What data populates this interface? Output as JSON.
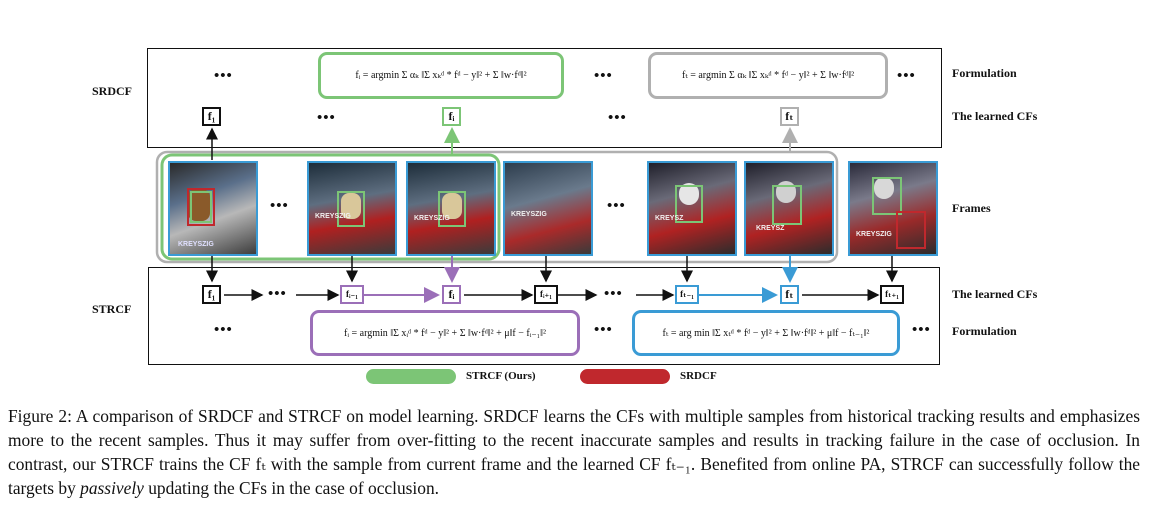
{
  "srdcf_label": "SRDCF",
  "strcf_label": "STRCF",
  "row_labels": {
    "formulation": "Formulation",
    "learned_cfs": "The learned CFs",
    "frames": "Frames",
    "learned_cfs_2": "The learned CFs",
    "formulation_2": "Formulation"
  },
  "ellipsis": "•••",
  "srdcf_eq_left": "fᵢ = argmin Σ αₖ ‖Σ xₖᵈ * fᵈ − y‖² + Σ ‖w·fᵈ‖²",
  "srdcf_eq_right": "fₜ = argmin Σ αₖ ‖Σ xₖᵈ * fᵈ − y‖² + Σ ‖w·fᵈ‖²",
  "strcf_eq_left": "fᵢ = argmin ‖Σ xᵢᵈ * fᵈ − y‖² + Σ ‖w·fᵈ‖² + μ‖f − fᵢ₋₁‖²",
  "strcf_eq_right": "fₜ = arg min ‖Σ xₜᵈ * fᵈ − y‖² + Σ ‖w·fᵈ‖² + μ‖f − fₜ₋₁‖²",
  "srdcf_cfs": [
    "f₁",
    "fᵢ",
    "fₜ"
  ],
  "strcf_cfs": [
    "f₁",
    "fᵢ₋₁",
    "fᵢ",
    "fᵢ₊₁",
    "fₜ₋₁",
    "fₜ",
    "fₜ₊₁"
  ],
  "frame_text": [
    "KREYSZIG",
    "KREYSZIG",
    "KREYSZIG",
    "KREYSZIG",
    "KREYSZ",
    "KREYSZIG"
  ],
  "legend": {
    "strcf": "STRCF (Ours)",
    "srdcf": "SRDCF"
  },
  "colors": {
    "green": "#7cc576",
    "purple": "#9b6fb8",
    "blue": "#3a9bd5",
    "red": "#c0282d",
    "gray": "#b0b0b0"
  },
  "caption": {
    "p1": "Figure 2: A comparison of SRDCF and STRCF on model learning. SRDCF learns the CFs with multiple samples from historical tracking results and emphasizes more to the recent samples. Thus it may suffer from over-fitting to the recent inaccurate samples and results in tracking failure in the case of occlusion. In contrast, our STRCF trains the CF fₜ with the sample from current frame and the learned CF fₜ₋₁. Benefited from online PA, STRCF can successfully follow the targets by ",
    "italic": "passively",
    "p2": " updating the CFs in the case of occlusion."
  }
}
